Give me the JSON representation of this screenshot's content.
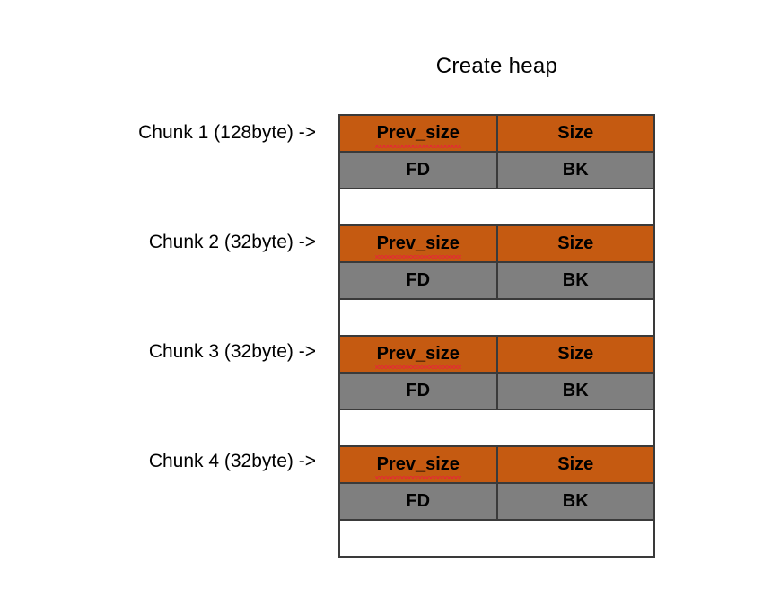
{
  "title": "Create heap",
  "colors": {
    "header_orange": "#C55A11",
    "pointer_gray": "#7F7F7F",
    "gap_white": "#FFFFFF",
    "border": "#3A3A3A",
    "text": "#000000",
    "spellcheck_underline": "#E03030"
  },
  "field_labels": {
    "prev_size": "Prev_size",
    "size": "Size",
    "fd": "FD",
    "bk": "BK",
    "gap": ""
  },
  "chunks": [
    {
      "label": "Chunk 1 (128byte) ->",
      "name": "Chunk 1",
      "size": "128byte",
      "arrow": "->",
      "rows": [
        {
          "type": "header",
          "left": "Prev_size",
          "right": "Size"
        },
        {
          "type": "pointers",
          "left": "FD",
          "right": "BK"
        },
        {
          "type": "gap",
          "left": "",
          "right": ""
        }
      ]
    },
    {
      "label": "Chunk 2 (32byte) ->",
      "name": "Chunk 2",
      "size": "32byte",
      "arrow": "->",
      "rows": [
        {
          "type": "header",
          "left": "Prev_size",
          "right": "Size"
        },
        {
          "type": "pointers",
          "left": "FD",
          "right": "BK"
        },
        {
          "type": "gap",
          "left": "",
          "right": ""
        }
      ]
    },
    {
      "label": "Chunk 3 (32byte) ->",
      "name": "Chunk 3",
      "size": "32byte",
      "arrow": "->",
      "rows": [
        {
          "type": "header",
          "left": "Prev_size",
          "right": "Size"
        },
        {
          "type": "pointers",
          "left": "FD",
          "right": "BK"
        },
        {
          "type": "gap",
          "left": "",
          "right": ""
        }
      ]
    },
    {
      "label": "Chunk 4 (32byte) ->",
      "name": "Chunk 4",
      "size": "32byte",
      "arrow": "->",
      "rows": [
        {
          "type": "header",
          "left": "Prev_size",
          "right": "Size"
        },
        {
          "type": "pointers",
          "left": "FD",
          "right": "BK"
        },
        {
          "type": "gap",
          "left": "",
          "right": ""
        }
      ]
    }
  ]
}
